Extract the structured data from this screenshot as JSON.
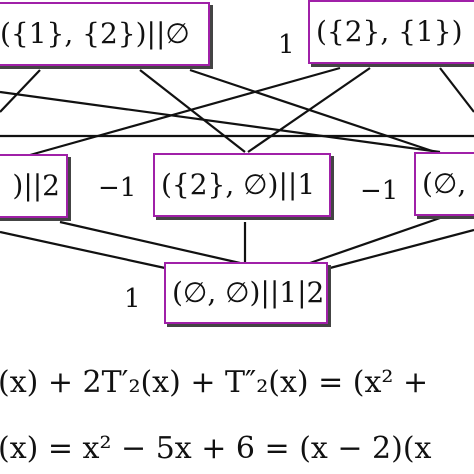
{
  "colors": {
    "node_border": "#a020a8",
    "node_shadow": "#444444",
    "edge": "#111111"
  },
  "nodes": {
    "top_left": "({1}, {2})||∅",
    "top_right": "({2}, {1})",
    "mid_left": ")||2",
    "mid_center": "({2}, ∅)||1",
    "mid_right": "(∅, ",
    "bottom": "(∅, ∅)||1|2"
  },
  "weights": {
    "top_right": "1",
    "mid_center": "−1",
    "mid_right": "−1",
    "bottom": "1"
  },
  "equations": {
    "line1": "(x) + 2T′₂(x) + T″₂(x) = (x² +",
    "line2": "(x) = x² − 5x + 6 = (x − 2)(x"
  }
}
